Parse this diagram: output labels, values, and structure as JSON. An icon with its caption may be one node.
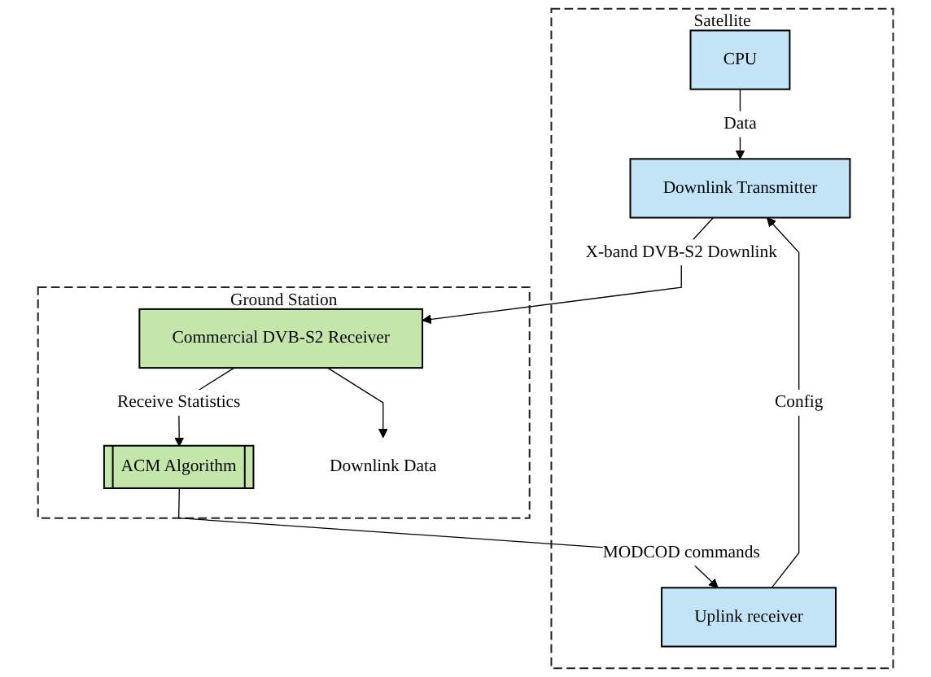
{
  "diagram": {
    "nodes": [
      {
        "text": [
          "Satellite"
        ]
      },
      {
        "text": [
          "CPU"
        ],
        "in": 0
      },
      {
        "text": [
          "Uplink receiver"
        ],
        "in": 0
      },
      {
        "text": [
          "Downlink Transmitter"
        ],
        "in": 0
      },
      {
        "text": [
          "Ground Station"
        ]
      },
      {
        "text": [
          "Commercial DVB-S2 Receiver"
        ],
        "in": 4
      },
      {
        "text": [
          "ACM Algorithm"
        ],
        "in": 4
      },
      {
        "text": [
          "Downlink Data"
        ],
        "in": 4
      }
    ],
    "edges": [
      {
        "from": 1,
        "to": 3,
        "arrow": "to",
        "label": "Data"
      },
      {
        "from": 2,
        "to": 3,
        "arrow": "to",
        "label": "Config"
      },
      {
        "from": 6,
        "to": 2,
        "arrow": "to",
        "label": "MODCOD commands"
      },
      {
        "from": 3,
        "to": 5,
        "arrow": "to",
        "label": "X-band DVB-S2 Downlink"
      },
      {
        "from": 5,
        "to": 6,
        "arrow": "to",
        "label": "Receive Statistics"
      },
      {
        "from": 5,
        "to": 7,
        "arrow": "to"
      }
    ]
  }
}
